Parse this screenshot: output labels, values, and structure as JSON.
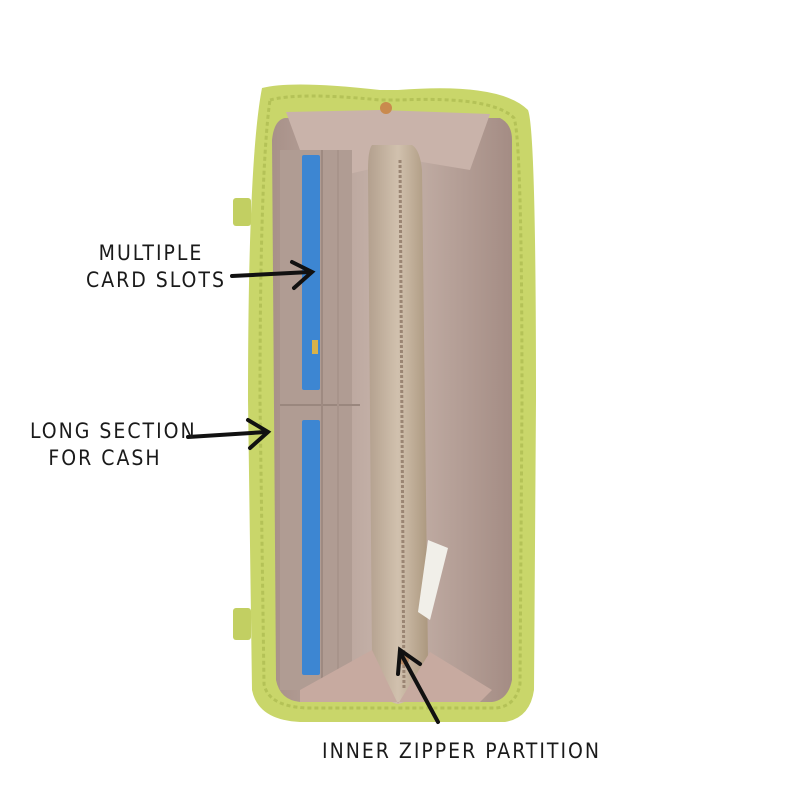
{
  "annotations": {
    "card_slots": [
      "MULTIPLE",
      "CARD SLOTS"
    ],
    "cash": [
      "LONG SECTION",
      "FOR CASH"
    ],
    "zipper": "INNER ZIPPER PARTITION"
  },
  "colors": {
    "background": "#ffffff",
    "exterior": "#c9d66a",
    "lining": "#b9a49b",
    "card": "#3d86d2",
    "arrow": "#111111"
  }
}
